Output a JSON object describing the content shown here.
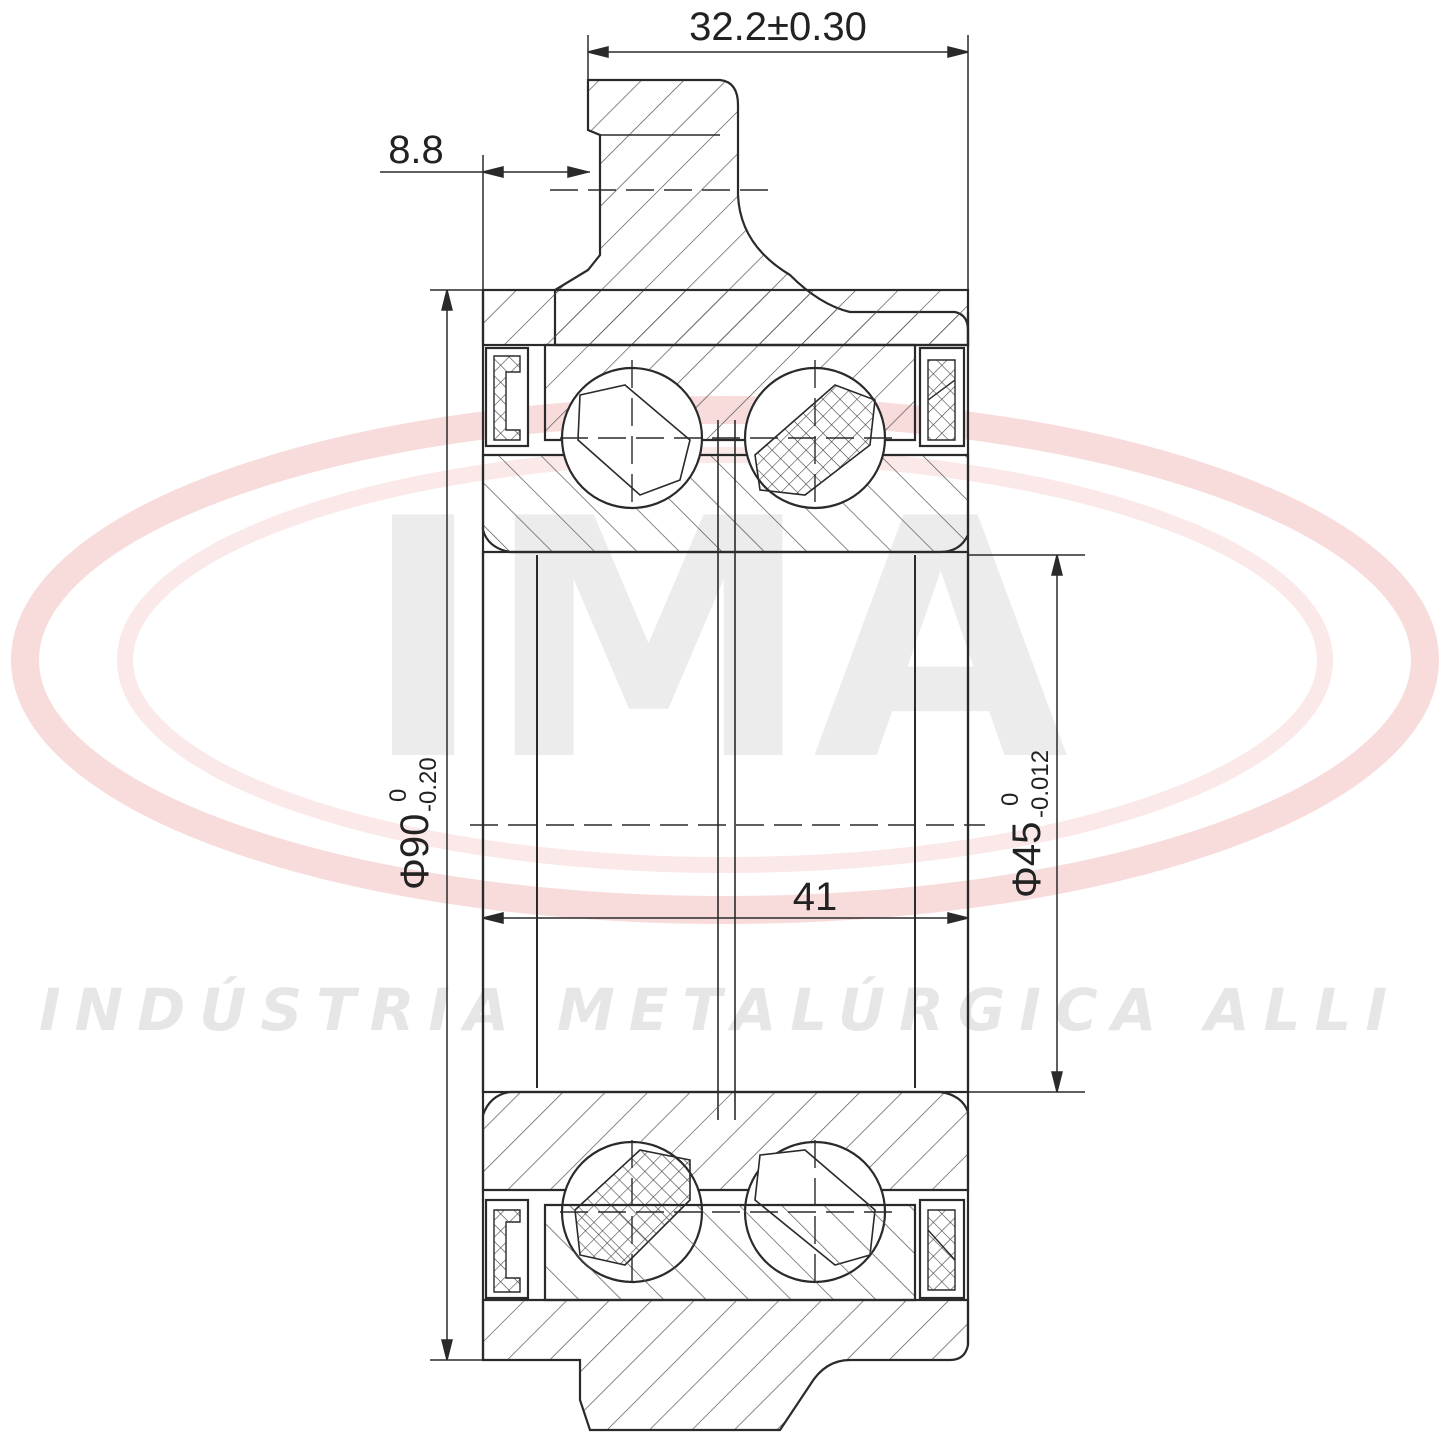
{
  "watermark": {
    "logo_text": "IMA",
    "subtitle": "INDÚSTRIA METALÚRGICA ALLI",
    "ring_color": "#f4c6c6"
  },
  "dimensions": {
    "overall_width": "32.2±0.30",
    "flange_offset": "8.8",
    "outer_diameter": "Φ90",
    "outer_tol_upper": "0",
    "outer_tol_lower": "-0.20",
    "inner_diameter": "Φ45",
    "inner_tol_upper": "0",
    "inner_tol_lower": "-0.012",
    "bore_length": "41"
  },
  "colors": {
    "line": "#2a2a2a",
    "hatch": "#555555"
  }
}
